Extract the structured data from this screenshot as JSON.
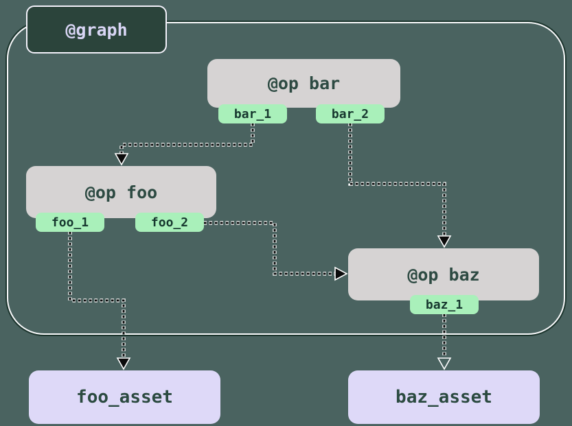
{
  "diagram_title": "@graph",
  "graph": {
    "badge_label": "@graph"
  },
  "ops": [
    {
      "id": "bar",
      "label": "@op bar",
      "outputs": [
        {
          "label": "bar_1"
        },
        {
          "label": "bar_2"
        }
      ]
    },
    {
      "id": "foo",
      "label": "@op foo",
      "outputs": [
        {
          "label": "foo_1"
        },
        {
          "label": "foo_2"
        }
      ]
    },
    {
      "id": "baz",
      "label": "@op baz",
      "outputs": [
        {
          "label": "baz_1"
        }
      ]
    }
  ],
  "assets": [
    {
      "label": "foo_asset"
    },
    {
      "label": "baz_asset"
    }
  ],
  "edges": [
    {
      "from": "bar_1",
      "to": "@op foo",
      "style": "dotted",
      "arrowhead": "filled"
    },
    {
      "from": "bar_2",
      "to": "@op baz",
      "style": "dotted",
      "arrowhead": "filled"
    },
    {
      "from": "foo_2",
      "to": "@op baz",
      "style": "dotted",
      "arrowhead": "filled"
    },
    {
      "from": "foo_1",
      "to": "foo_asset",
      "style": "dotted",
      "arrowhead": "filled"
    },
    {
      "from": "baz_1",
      "to": "baz_asset",
      "style": "dotted",
      "arrowhead": "hollow"
    }
  ],
  "colors": {
    "background": "#4a6360",
    "graph_badge_fill": "#2b443b",
    "graph_badge_text": "#d9d6f5",
    "container_border_dark": "#1b342c",
    "container_border_light": "#fafafc",
    "op_fill": "#d6d3d3",
    "op_text": "#2d4a42",
    "output_tag_fill": "#a9f0ba",
    "output_tag_text": "#16372e",
    "asset_fill": "#ded9f8",
    "asset_text": "#2b4a40",
    "edge_stroke": "#0b0b0b"
  }
}
